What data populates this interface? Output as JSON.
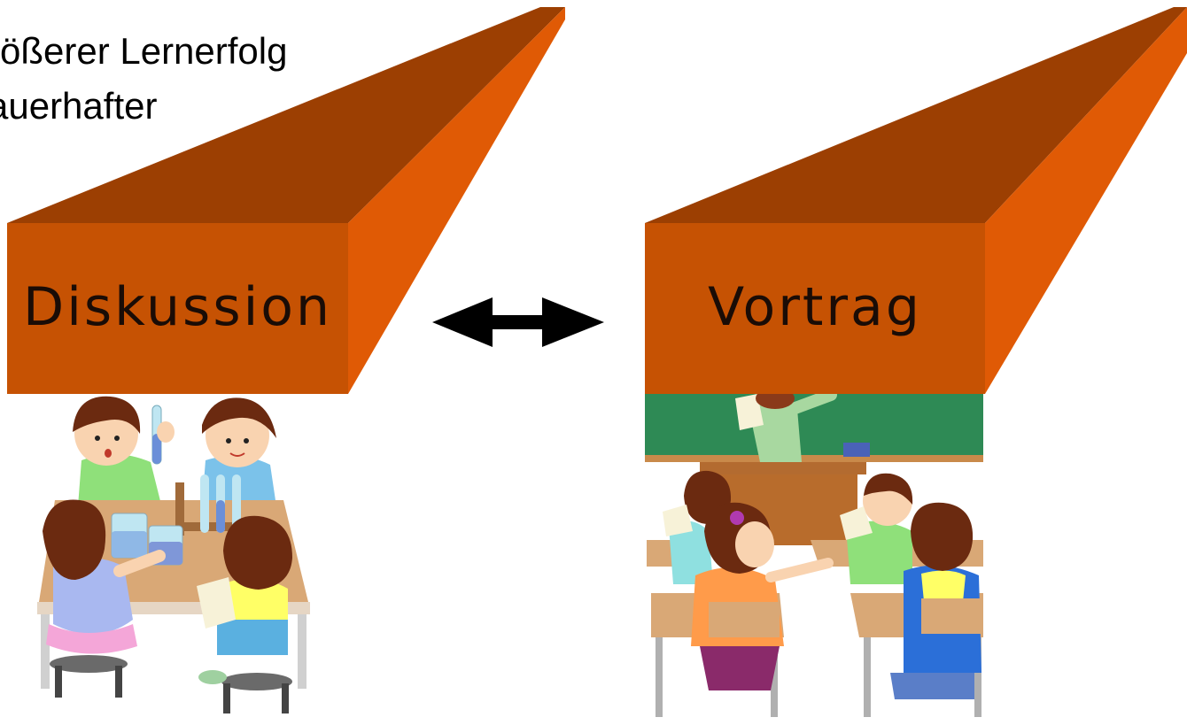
{
  "slide": {
    "bullets": [
      "rößerer Lernerfolg",
      "auerhafter"
    ],
    "left_beam_label": "Diskussion",
    "right_beam_label": "Vortrag"
  },
  "colors": {
    "beam_front": "#c65203",
    "beam_top": "#9c3f02",
    "beam_side": "#e05a05",
    "arrow": "#000000",
    "chalkboard": "#2e8a55"
  },
  "illustrations": {
    "left": "children-group-experiment-clipart",
    "right": "classroom-lecture-clipart"
  }
}
